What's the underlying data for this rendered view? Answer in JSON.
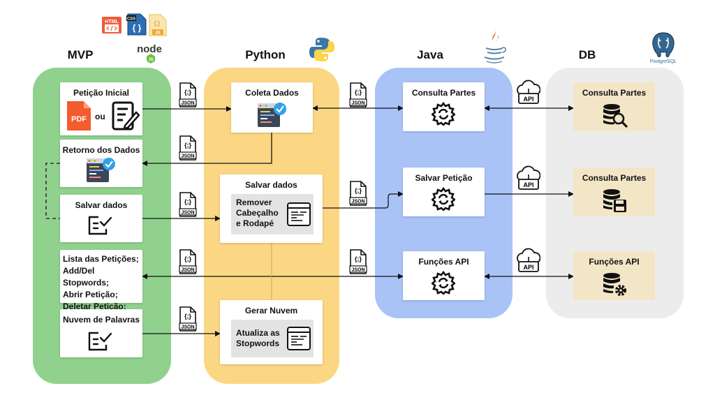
{
  "lanes": {
    "mvp": "MVP",
    "python": "Python",
    "java": "Java",
    "db": "DB"
  },
  "logos": {
    "html": "HTML",
    "css": "CSS",
    "js": "JS",
    "node": "node",
    "postgresql": "PostgreSQL"
  },
  "mvp": {
    "peticao_inicial": "Petição Inicial",
    "pdf": "PDF",
    "ou": "ou",
    "retorno": "Retorno dos Dados",
    "salvar": "Salvar dados",
    "lista": [
      "Lista das Petições;",
      "Add/Del Stopwords;",
      "Abrir Petição;",
      "Deletar Petição;"
    ],
    "nuvem": "Nuvem de Palavras"
  },
  "python": {
    "coleta": "Coleta Dados",
    "salvar": "Salvar dados",
    "remover": [
      "Remover",
      "Cabeçalho",
      "e Rodapé"
    ],
    "gerar": "Gerar Nuvem",
    "atualiza": [
      "Atualiza as",
      "Stopwords"
    ]
  },
  "java": {
    "consulta": "Consulta Partes",
    "salvar": "Salvar Petição",
    "funcoes": "Funções API"
  },
  "db": {
    "consulta1": "Consulta Partes",
    "consulta2": "Consulta Partes",
    "funcoes": "Funções API"
  },
  "badges": {
    "json": "JSON",
    "json_symbol": "{;}",
    "api": "API"
  },
  "colors": {
    "mvp_lane": "#90d18e",
    "python_lane": "#fbd783",
    "java_lane": "#a9c3f7",
    "db_lane": "#ececec",
    "db_card": "#f2e6c6"
  }
}
